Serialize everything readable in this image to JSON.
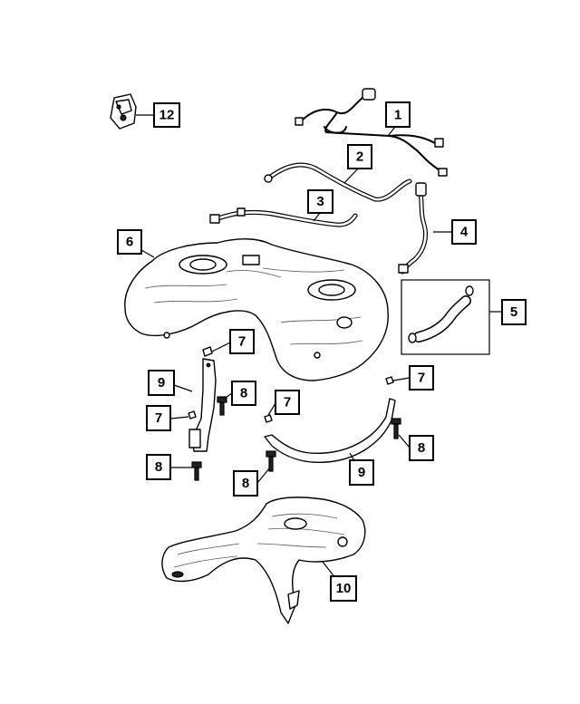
{
  "callouts": {
    "c1": "1",
    "c2": "2",
    "c3": "3",
    "c4": "4",
    "c5": "5",
    "c6": "6",
    "c7a": "7",
    "c7b": "7",
    "c7c": "7",
    "c7d": "7",
    "c8a": "8",
    "c8b": "8",
    "c8c": "8",
    "c8d": "8",
    "c9a": "9",
    "c9b": "9",
    "c10": "10",
    "c12": "12"
  }
}
